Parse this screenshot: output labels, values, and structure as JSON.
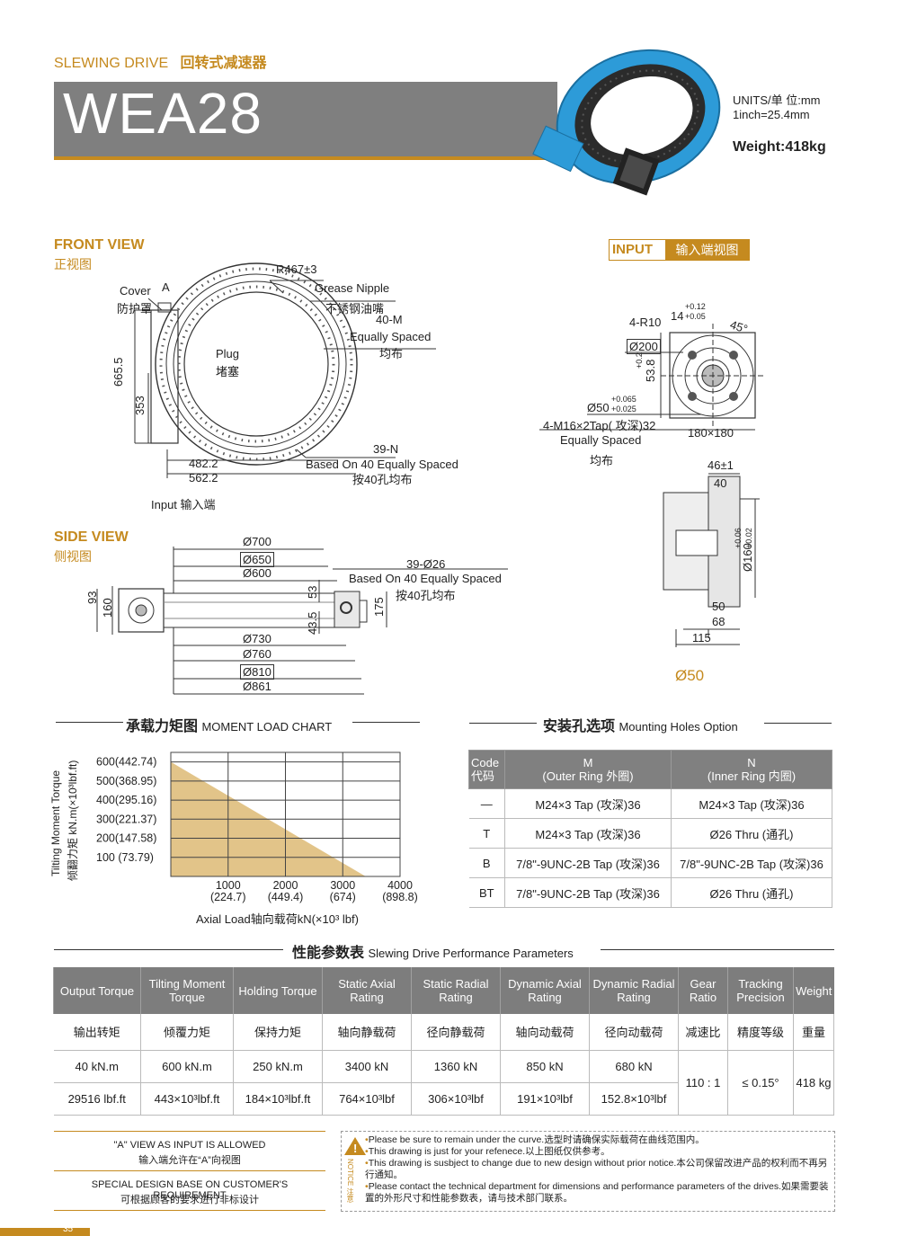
{
  "header": {
    "category_en": "SLEWING DRIVE",
    "category_cn": "回转式减速器",
    "model": "WEA28",
    "units_line1": "UNITS/单  位:mm",
    "units_line2": "1inch=25.4mm",
    "weight": "Weight:418kg"
  },
  "front_view": {
    "title_en": "FRONT VIEW",
    "title_cn": "正视图",
    "labels": {
      "r467": "R467±3",
      "cover": "Cover",
      "cover_cn": "防护罩",
      "a": "A",
      "grease": "Grease Nipple",
      "grease_cn": "不锈钢油嘴",
      "m40": "40-M",
      "eq_spaced": "Equally Spaced",
      "eq_spaced_cn": "均布",
      "plug": "Plug",
      "plug_cn": "堵塞",
      "d665": "665.5",
      "d353": "353",
      "d4822": "482.2",
      "d5622": "562.2",
      "n39": "39-N",
      "based40": "Based On 40 Equally Spaced",
      "based40_cn": "按40孔均布",
      "input": "Input  输入端"
    }
  },
  "input_view": {
    "badge_en": "INPUT",
    "badge_cn": "输入端视图",
    "labels": {
      "r10": "4-R10",
      "d14": "14",
      "tol14a": "+0.12",
      "tol14b": "+0.05",
      "deg45": "45°",
      "d200": "Ø200",
      "d538": "53.8",
      "tol538": "+0.2",
      "tol538b": "0",
      "d50": "Ø50",
      "tol50a": "+0.065",
      "tol50b": "+0.025",
      "m16": "4-M16×2Tap( 攻深)32",
      "eq": "Equally Spaced",
      "eq_cn": "均布",
      "sq": "180×180",
      "d46": "46±1",
      "d40": "40",
      "d160": "Ø160",
      "tol160a": "+0.06",
      "tol160b": "+0.02",
      "d50b": "50",
      "d68": "68",
      "d115": "115",
      "shaft": "Ø50"
    }
  },
  "side_view": {
    "title_en": "SIDE VIEW",
    "title_cn": "侧视图",
    "labels": {
      "d700": "Ø700",
      "d650": "Ø650",
      "d600": "Ø600",
      "n39": "39-Ø26",
      "based": "Based On 40 Equally Spaced",
      "based_cn": "按40孔均布",
      "d93": "93",
      "d160": "160",
      "d53": "53",
      "d435": "43.5",
      "d175": "175",
      "d730": "Ø730",
      "d760": "Ø760",
      "d810": "Ø810",
      "d861": "Ø861"
    }
  },
  "moment_chart": {
    "title_cn": "承载力矩图",
    "title_en": "MOMENT LOAD CHART",
    "ylabel_en": "Tilting Moment Torque",
    "ylabel_cn": "倾翻力矩 kN.m(×10³lbf.ft)",
    "xlabel": "Axial Load轴向载荷kN(×10³ lbf)",
    "fill_color": "#e2c489"
  },
  "chart_data": {
    "type": "area",
    "title": "MOMENT LOAD CHART",
    "xlabel": "Axial Load轴向载荷kN(×10³ lbf)",
    "ylabel": "Tilting Moment Torque 倾翻力矩 kN.m(×10³lbf.ft)",
    "x_ticks": [
      {
        "value": 1000,
        "label": "1000",
        "sub": "(224.7)"
      },
      {
        "value": 2000,
        "label": "2000",
        "sub": "(449.4)"
      },
      {
        "value": 3000,
        "label": "3000",
        "sub": "(674)"
      },
      {
        "value": 4000,
        "label": "4000",
        "sub": "(898.8)"
      }
    ],
    "y_ticks": [
      {
        "value": 600,
        "label": "600(442.74)"
      },
      {
        "value": 500,
        "label": "500(368.95)"
      },
      {
        "value": 400,
        "label": "400(295.16)"
      },
      {
        "value": 300,
        "label": "300(221.37)"
      },
      {
        "value": 200,
        "label": "200(147.58)"
      },
      {
        "value": 100,
        "label": "100 (73.79)"
      }
    ],
    "xlim": [
      0,
      4000
    ],
    "ylim": [
      0,
      650
    ],
    "series": [
      {
        "x": [
          0,
          3400
        ],
        "y": [
          600,
          0
        ]
      }
    ],
    "grid": true
  },
  "mounting": {
    "title_cn": "安装孔选项",
    "title_en": "Mounting Holes Option",
    "headers": [
      {
        "en": "Code",
        "cn": "代码"
      },
      {
        "en": "M",
        "cn": "(Outer Ring 外圈)"
      },
      {
        "en": "N",
        "cn": "(Inner Ring 内圈)"
      }
    ],
    "rows": [
      [
        "—",
        "M24×3 Tap (攻深)36",
        "M24×3 Tap (攻深)36"
      ],
      [
        "T",
        "M24×3 Tap (攻深)36",
        "Ø26 Thru (通孔)"
      ],
      [
        "B",
        "7/8\"-9UNC-2B Tap (攻深)36",
        "7/8\"-9UNC-2B Tap (攻深)36"
      ],
      [
        "BT",
        "7/8\"-9UNC-2B Tap (攻深)36",
        "Ø26 Thru (通孔)"
      ]
    ]
  },
  "performance": {
    "title_cn": "性能参数表",
    "title_en": "Slewing Drive Performance Parameters",
    "headers_en": [
      "Output Torque",
      "Tilting Moment Torque",
      "Holding Torque",
      "Static Axial Rating",
      "Static Radial Rating",
      "Dynamic Axial Rating",
      "Dynamic Radial Rating",
      "Gear Ratio",
      "Tracking Precision",
      "Weight"
    ],
    "headers_cn": [
      "输出转矩",
      "倾覆力矩",
      "保持力矩",
      "轴向静载荷",
      "径向静载荷",
      "轴向动载荷",
      "径向动载荷",
      "减速比",
      "精度等级",
      "重量"
    ],
    "row_metric": [
      "40 kN.m",
      "600 kN.m",
      "250 kN.m",
      "3400 kN",
      "1360 kN",
      "850 kN",
      "680 kN"
    ],
    "row_imperial": [
      "29516 lbf.ft",
      "443×10³lbf.ft",
      "184×10³lbf.ft",
      "764×10³lbf",
      "306×10³lbf",
      "191×10³lbf",
      "152.8×10³lbf"
    ],
    "gear_ratio": "110 : 1",
    "precision": "≤ 0.15°",
    "weight": "418 kg"
  },
  "footer": {
    "note1_en": "\"A\" VIEW AS INPUT IS ALLOWED",
    "note1_cn": "输入端允许在“A”向视图",
    "note2_en": "SPECIAL DESIGN BASE ON CUSTOMER'S REQUIREMENT",
    "note2_cn": "可根据顾客的要求进行非标设计",
    "notice_label": "NOTICE 注意",
    "notices": [
      "Please be sure to remain under the curve.选型时请确保实际载荷在曲线范围内。",
      "This drawing is just for your refenece.以上图纸仅供参考。",
      "This drawing is susbject to change due to new design without prior notice.本公司保留改进产品的权利而不再另行通知。",
      "Please contact the technical department for dimensions and performance parameters of the drives.如果需要装置的外形尺寸和性能参数表，请与技术部门联系。"
    ],
    "page": "35"
  },
  "colors": {
    "gold": "#c58a1f",
    "banner": "#7f7f7f",
    "blue": "#2d9bd8",
    "table_head": "#7d7d7d"
  }
}
